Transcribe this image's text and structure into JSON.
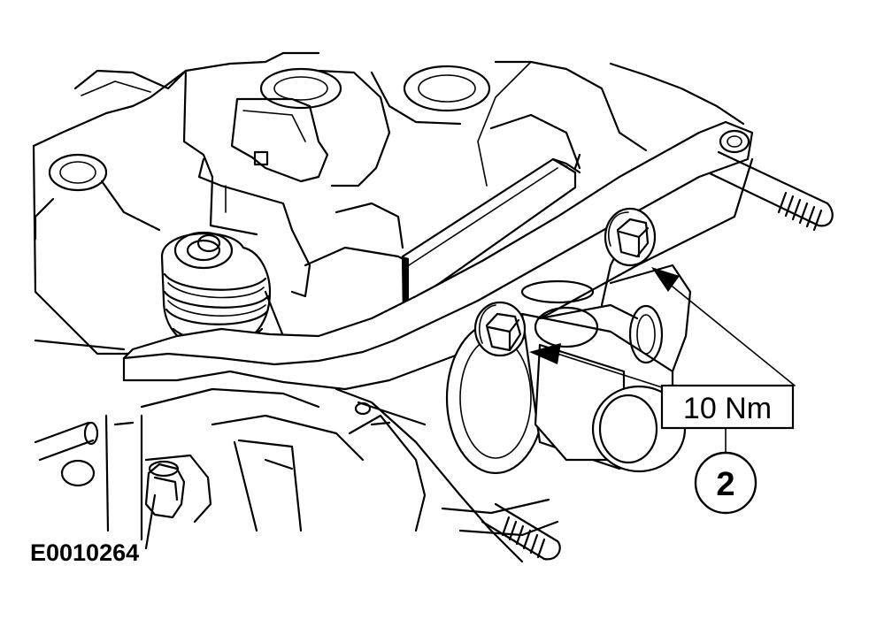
{
  "figure_id": "E0010264",
  "callout": {
    "torque": "10 Nm",
    "number": "2"
  },
  "icons": [
    "bolt-icon",
    "arrow-icon"
  ]
}
